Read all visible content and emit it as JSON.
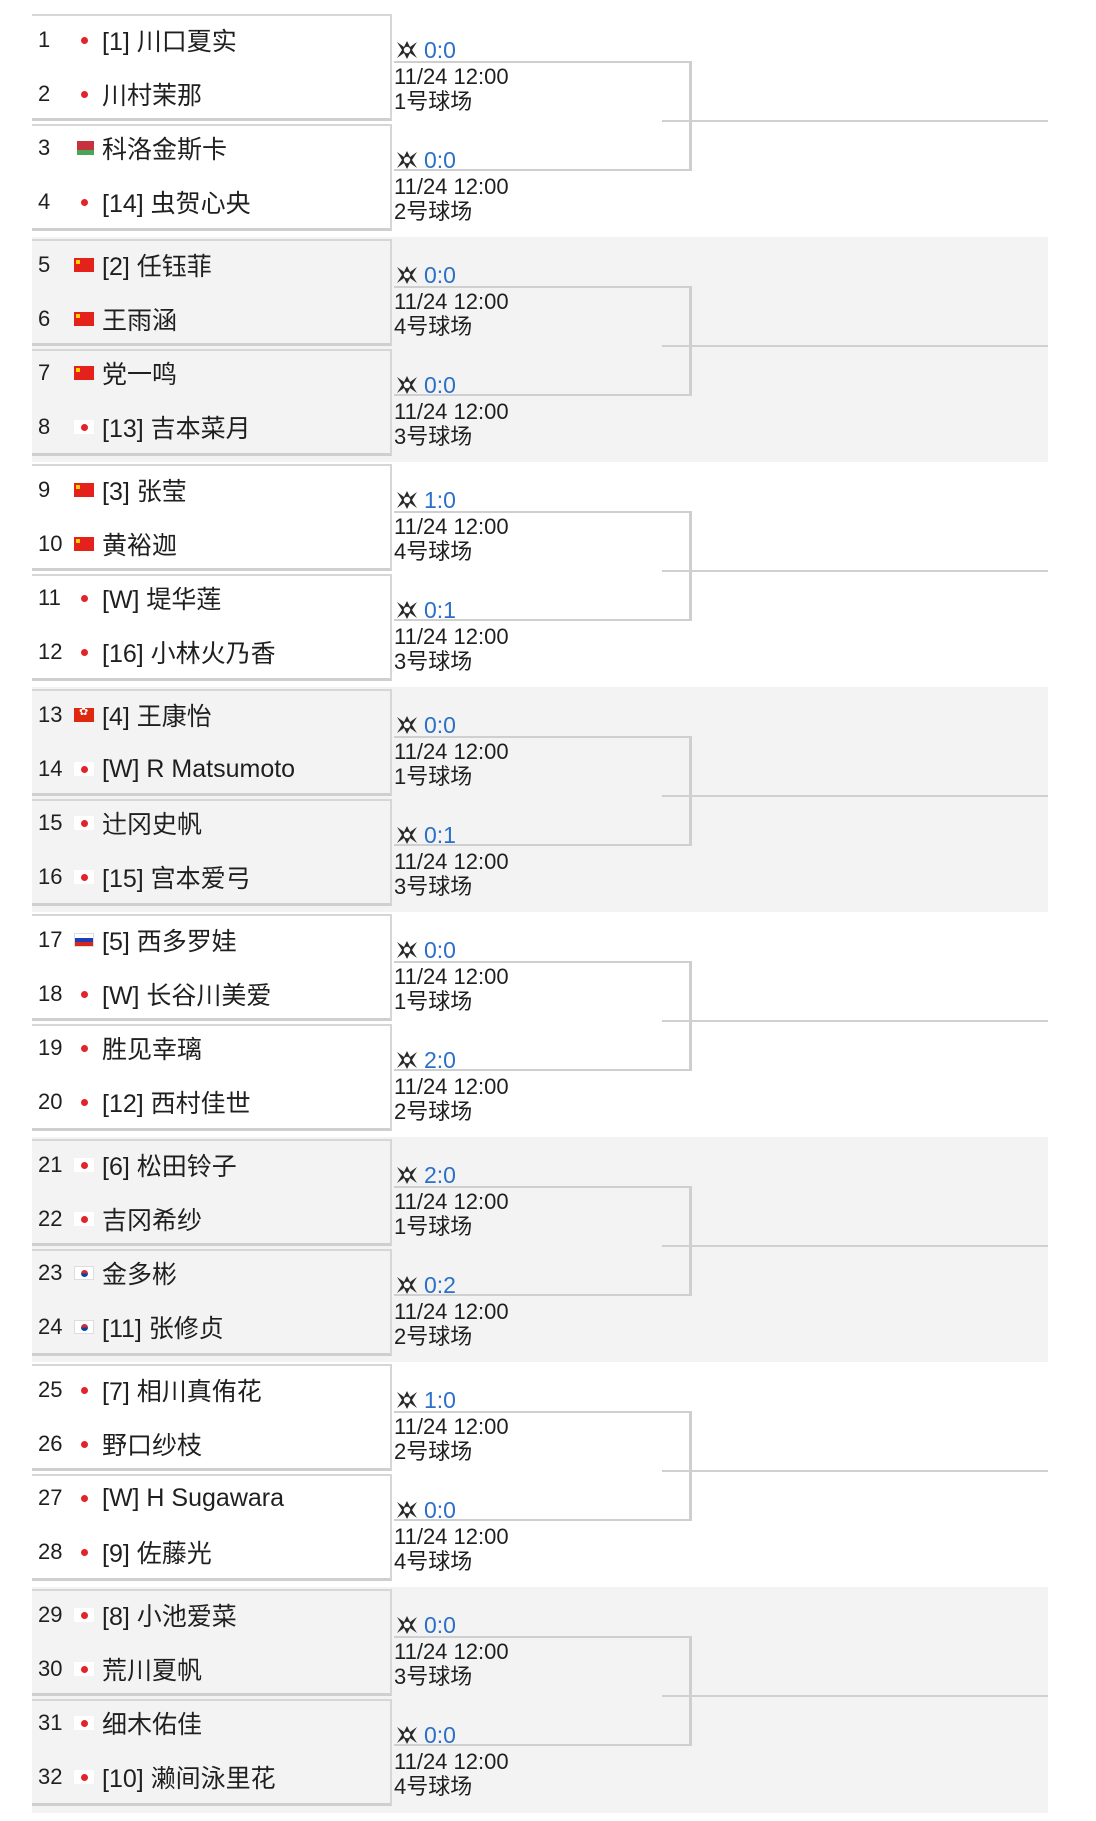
{
  "players": [
    {
      "num": "1",
      "flag": "jp",
      "name": "[1] 川口夏实"
    },
    {
      "num": "2",
      "flag": "jp",
      "name": "川村茉那"
    },
    {
      "num": "3",
      "flag": "blr",
      "name": "科洛金斯卡"
    },
    {
      "num": "4",
      "flag": "jp",
      "name": "[14] 虫贺心央"
    },
    {
      "num": "5",
      "flag": "cn",
      "name": "[2] 任钰菲"
    },
    {
      "num": "6",
      "flag": "cn",
      "name": "王雨涵"
    },
    {
      "num": "7",
      "flag": "cn",
      "name": "党一鸣"
    },
    {
      "num": "8",
      "flag": "jp",
      "name": "[13] 吉本菜月"
    },
    {
      "num": "9",
      "flag": "cn",
      "name": "[3] 张莹"
    },
    {
      "num": "10",
      "flag": "cn",
      "name": "黄裕迦"
    },
    {
      "num": "11",
      "flag": "jp",
      "name": "[W] 堤华莲"
    },
    {
      "num": "12",
      "flag": "jp",
      "name": "[16] 小林火乃香"
    },
    {
      "num": "13",
      "flag": "hk",
      "name": "[4] 王康怡"
    },
    {
      "num": "14",
      "flag": "jp",
      "name": "[W] R Matsumoto"
    },
    {
      "num": "15",
      "flag": "jp",
      "name": "辻冈史帆"
    },
    {
      "num": "16",
      "flag": "jp",
      "name": "[15] 宫本爱弓"
    },
    {
      "num": "17",
      "flag": "ru",
      "name": "[5] 西多罗娃"
    },
    {
      "num": "18",
      "flag": "jp",
      "name": "[W] 长谷川美爱"
    },
    {
      "num": "19",
      "flag": "jp",
      "name": "胜见幸璃"
    },
    {
      "num": "20",
      "flag": "jp",
      "name": "[12] 西村佳世"
    },
    {
      "num": "21",
      "flag": "jp",
      "name": "[6] 松田铃子"
    },
    {
      "num": "22",
      "flag": "jp",
      "name": "吉冈希纱"
    },
    {
      "num": "23",
      "flag": "kr",
      "name": "金多彬"
    },
    {
      "num": "24",
      "flag": "kr",
      "name": "[11] 张修贞"
    },
    {
      "num": "25",
      "flag": "jp",
      "name": "[7] 相川真侑花"
    },
    {
      "num": "26",
      "flag": "jp",
      "name": "野口纱枝"
    },
    {
      "num": "27",
      "flag": "jp",
      "name": "[W] H Sugawara"
    },
    {
      "num": "28",
      "flag": "jp",
      "name": "[9] 佐藤光"
    },
    {
      "num": "29",
      "flag": "jp",
      "name": "[8] 小池爱菜"
    },
    {
      "num": "30",
      "flag": "jp",
      "name": "荒川夏帆"
    },
    {
      "num": "31",
      "flag": "jp",
      "name": "细木佑佳"
    },
    {
      "num": "32",
      "flag": "jp",
      "name": "[10] 濑间泳里花"
    }
  ],
  "matches": [
    {
      "score": "0:0",
      "time": "11/24 12:00",
      "court": "1号球场"
    },
    {
      "score": "0:0",
      "time": "11/24 12:00",
      "court": "2号球场"
    },
    {
      "score": "0:0",
      "time": "11/24 12:00",
      "court": "4号球场"
    },
    {
      "score": "0:0",
      "time": "11/24 12:00",
      "court": "3号球场"
    },
    {
      "score": "1:0",
      "time": "11/24 12:00",
      "court": "4号球场"
    },
    {
      "score": "0:1",
      "time": "11/24 12:00",
      "court": "3号球场"
    },
    {
      "score": "0:0",
      "time": "11/24 12:00",
      "court": "1号球场"
    },
    {
      "score": "0:1",
      "time": "11/24 12:00",
      "court": "3号球场"
    },
    {
      "score": "0:0",
      "time": "11/24 12:00",
      "court": "1号球场"
    },
    {
      "score": "2:0",
      "time": "11/24 12:00",
      "court": "2号球场"
    },
    {
      "score": "2:0",
      "time": "11/24 12:00",
      "court": "1号球场"
    },
    {
      "score": "0:2",
      "time": "11/24 12:00",
      "court": "2号球场"
    },
    {
      "score": "1:0",
      "time": "11/24 12:00",
      "court": "2号球场"
    },
    {
      "score": "0:0",
      "time": "11/24 12:00",
      "court": "4号球场"
    },
    {
      "score": "0:0",
      "time": "11/24 12:00",
      "court": "3号球场"
    },
    {
      "score": "0:0",
      "time": "11/24 12:00",
      "court": "4号球场"
    }
  ],
  "icons": {
    "score_icon": "shuttlecock-x-icon"
  },
  "colors": {
    "score": "#2b6fc9",
    "alt_row": "#f3f3f3"
  }
}
